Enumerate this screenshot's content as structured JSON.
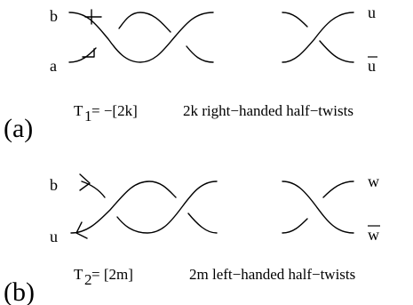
{
  "panel_a": {
    "label": "(a)",
    "left_top": "b",
    "left_bottom": "a",
    "right_top": "u",
    "right_bottom": "u",
    "formula_T": "T",
    "formula_sub": "1",
    "formula_rest": " = −[2k]",
    "description": "2k right−handed half−twists"
  },
  "panel_b": {
    "label": "(b)",
    "left_top": "b",
    "left_bottom": "u",
    "right_top": "w",
    "right_bottom": "w",
    "formula_T": "T",
    "formula_sub": "2",
    "formula_rest": " = [2m]",
    "description": "2m left−handed half−twists"
  }
}
